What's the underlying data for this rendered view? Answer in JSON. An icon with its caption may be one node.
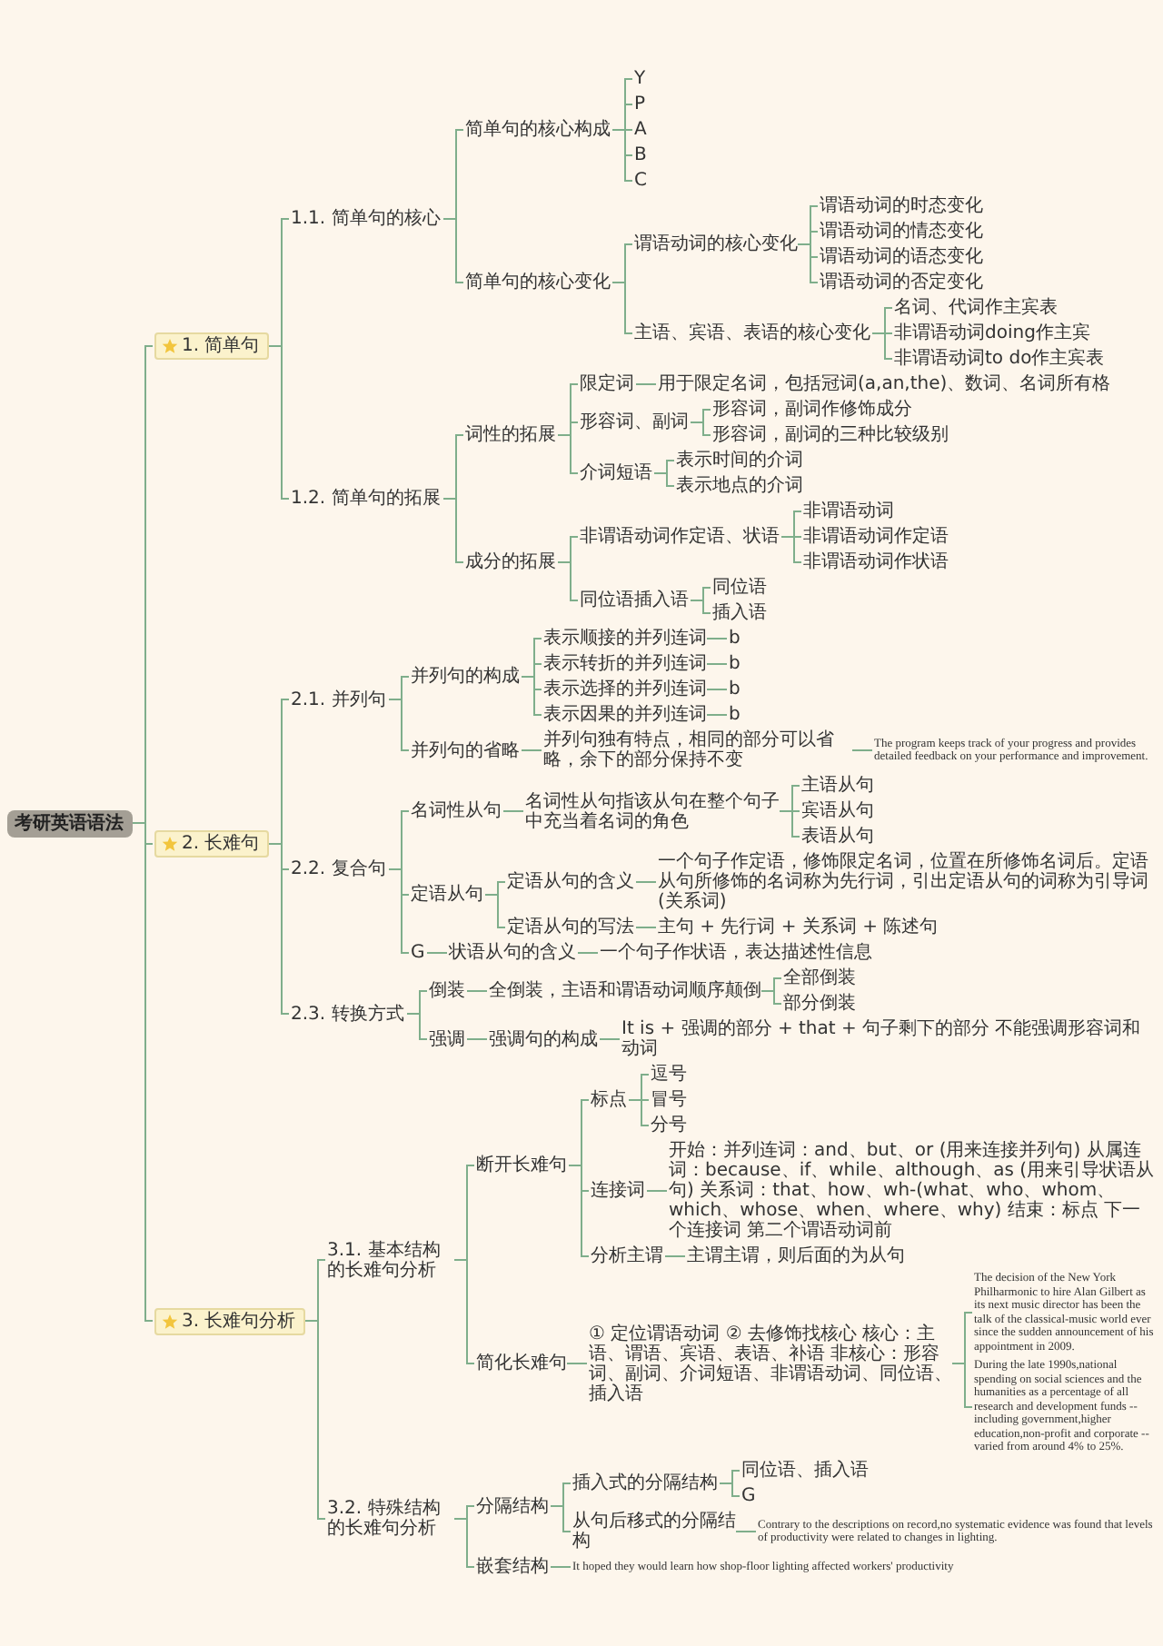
{
  "diagram": {
    "nodes": [
      {
        "text": [
          "考研英语语法"
        ]
      },
      {
        "text": [
          "1. 简单句"
        ]
      },
      {
        "text": [
          "1.1. 简单句的核心"
        ]
      },
      {
        "text": [
          "简单句的核心构成"
        ]
      },
      {
        "text": [
          "Y"
        ]
      },
      {
        "text": [
          "P"
        ]
      },
      {
        "text": [
          "A"
        ]
      },
      {
        "text": [
          "B"
        ]
      },
      {
        "text": [
          "C"
        ]
      },
      {
        "text": [
          "简单句的核心变化"
        ]
      },
      {
        "text": [
          "谓语动词的核心变化"
        ]
      },
      {
        "text": [
          "谓语动词的时态变化"
        ]
      },
      {
        "text": [
          "谓语动词的情态变化"
        ]
      },
      {
        "text": [
          "谓语动词的语态变化"
        ]
      },
      {
        "text": [
          "谓语动词的否定变化"
        ]
      },
      {
        "text": [
          "主语、宾语、表语的核心变化"
        ]
      },
      {
        "text": [
          "名词、代词作主宾表"
        ]
      },
      {
        "text": [
          "非谓语动词doing作主宾"
        ]
      },
      {
        "text": [
          "非谓语动词to do作主宾表"
        ]
      },
      {
        "text": [
          "1.2. 简单句的拓展"
        ]
      },
      {
        "text": [
          "词性的拓展"
        ]
      },
      {
        "text": [
          "限定词"
        ]
      },
      {
        "text": [
          "用于限定名词，包括冠词(a,an,the)、数词、名词所有格"
        ]
      },
      {
        "text": [
          "形容词、副词"
        ]
      },
      {
        "text": [
          "形容词，副词作修饰成分"
        ]
      },
      {
        "text": [
          "形容词，副词的三种比较级别"
        ]
      },
      {
        "text": [
          "介词短语"
        ]
      },
      {
        "text": [
          "表示时间的介词"
        ]
      },
      {
        "text": [
          "表示地点的介词"
        ]
      },
      {
        "text": [
          "成分的拓展"
        ]
      },
      {
        "text": [
          "非谓语动词作定语、状语"
        ]
      },
      {
        "text": [
          "非谓语动词"
        ]
      },
      {
        "text": [
          "非谓语动词作定语"
        ]
      },
      {
        "text": [
          "非谓语动词作状语"
        ]
      },
      {
        "text": [
          "同位语插入语"
        ]
      },
      {
        "text": [
          "同位语"
        ]
      },
      {
        "text": [
          "插入语"
        ]
      },
      {
        "text": [
          "2. 长难句"
        ]
      },
      {
        "text": [
          "2.1. 并列句"
        ]
      },
      {
        "text": [
          "并列句的构成"
        ]
      },
      {
        "text": [
          "表示顺接的并列连词"
        ]
      },
      {
        "text": [
          "b"
        ]
      },
      {
        "text": [
          "表示转折的并列连词"
        ]
      },
      {
        "text": [
          "b"
        ]
      },
      {
        "text": [
          "表示选择的并列连词"
        ]
      },
      {
        "text": [
          "b"
        ]
      },
      {
        "text": [
          "表示因果的并列连词"
        ]
      },
      {
        "text": [
          "b"
        ]
      },
      {
        "text": [
          "并列句的省略"
        ]
      },
      {
        "text": [
          "并列句独有特点，相同的部分可以省略，余下的部分保持不变"
        ]
      },
      {
        "text": [
          "The program keeps track of your progress and provides detailed feedback on your performance and improvement."
        ]
      },
      {
        "text": [
          "2.2. 复合句"
        ]
      },
      {
        "text": [
          "名词性从句"
        ]
      },
      {
        "text": [
          "名词性从句指该从句在整个句子中充当着名词的角色"
        ]
      },
      {
        "text": [
          "主语从句"
        ]
      },
      {
        "text": [
          "宾语从句"
        ]
      },
      {
        "text": [
          "表语从句"
        ]
      },
      {
        "text": [
          "定语从句"
        ]
      },
      {
        "text": [
          "定语从句的含义"
        ]
      },
      {
        "text": [
          "一个句子作定语，修饰限定名词，位置在所修饰名词后。定语从句所修饰的名词称为先行词，引出定语从句的词称为引导词(关系词)"
        ]
      },
      {
        "text": [
          "定语从句的写法"
        ]
      },
      {
        "text": [
          "主句 + 先行词 + 关系词 + 陈述句"
        ]
      },
      {
        "text": [
          "G"
        ]
      },
      {
        "text": [
          "状语从句的含义"
        ]
      },
      {
        "text": [
          "一个句子作状语，表达描述性信息"
        ]
      },
      {
        "text": [
          "2.3. 转换方式"
        ]
      },
      {
        "text": [
          "倒装"
        ]
      },
      {
        "text": [
          "全倒装，主语和谓语动词顺序颠倒"
        ]
      },
      {
        "text": [
          "全部倒装"
        ]
      },
      {
        "text": [
          "部分倒装"
        ]
      },
      {
        "text": [
          "强调"
        ]
      },
      {
        "text": [
          "强调句的构成"
        ]
      },
      {
        "text": [
          "It is + 强调的部分 + that + 句子剩下的部分 不能强调形容词和动词"
        ]
      },
      {
        "text": [
          "3. 长难句分析"
        ]
      },
      {
        "text": [
          "3.1. 基本结构的长难句分析"
        ]
      },
      {
        "text": [
          "断开长难句"
        ]
      },
      {
        "text": [
          "标点"
        ]
      },
      {
        "text": [
          "逗号"
        ]
      },
      {
        "text": [
          "冒号"
        ]
      },
      {
        "text": [
          "分号"
        ]
      },
      {
        "text": [
          "连接词"
        ]
      },
      {
        "text": [
          "开始：并列连词：and、but、or (用来连接并列句) 从属连词：because、if、while、although、as (用来引导状语从句) 关系词：that、how、wh-(what、who、whom、which、whose、when、where、why) 结束：标点 下一个连接词 第二个谓语动词前"
        ]
      },
      {
        "text": [
          "分析主谓"
        ]
      },
      {
        "text": [
          "主谓主谓，则后面的为从句"
        ]
      },
      {
        "text": [
          "简化长难句"
        ]
      },
      {
        "text": [
          "① 定位谓语动词 ② 去修饰找核心 核心：主语、谓语、宾语、表语、补语 非核心：形容词、副词、介词短语、非谓语动词、同位语、插入语"
        ]
      },
      {
        "text": [
          "The decision of the New York Philharmonic to hire Alan Gilbert as its next music director has been the talk of the classical-music world ever since the sudden announcement of his appointment in 2009."
        ]
      },
      {
        "text": [
          "During the late 1990s,national spending on social sciences and the humanities as a percentage of all research and development funds -- including government,higher education,non-profit and corporate -- varied from around 4% to 25%."
        ]
      },
      {
        "text": [
          "3.2. 特殊结构的长难句分析"
        ]
      },
      {
        "text": [
          "分隔结构"
        ]
      },
      {
        "text": [
          "插入式的分隔结构"
        ]
      },
      {
        "text": [
          "同位语、插入语"
        ]
      },
      {
        "text": [
          "G"
        ]
      },
      {
        "text": [
          "从句后移式的分隔结构"
        ]
      },
      {
        "text": [
          "Contrary to the descriptions on record,no systematic evidence was found that levels of productivity were related to changes in lighting."
        ]
      },
      {
        "text": [
          "嵌套结构"
        ]
      },
      {
        "text": [
          "It hoped they would learn how shop-floor lighting affected workers' productivity"
        ]
      }
    ],
    "edges": [
      {
        "from": 0,
        "to": 1,
        "arrow": "none"
      },
      {
        "from": 1,
        "to": 2,
        "arrow": "none"
      },
      {
        "from": 2,
        "to": 3,
        "arrow": "none"
      },
      {
        "from": 3,
        "to": 4,
        "arrow": "none"
      },
      {
        "from": 3,
        "to": 5,
        "arrow": "none"
      },
      {
        "from": 3,
        "to": 6,
        "arrow": "none"
      },
      {
        "from": 3,
        "to": 7,
        "arrow": "none"
      },
      {
        "from": 3,
        "to": 8,
        "arrow": "none"
      },
      {
        "from": 2,
        "to": 9,
        "arrow": "none"
      },
      {
        "from": 9,
        "to": 10,
        "arrow": "none"
      },
      {
        "from": 10,
        "to": 11,
        "arrow": "none"
      },
      {
        "from": 10,
        "to": 12,
        "arrow": "none"
      },
      {
        "from": 10,
        "to": 13,
        "arrow": "none"
      },
      {
        "from": 10,
        "to": 14,
        "arrow": "none"
      },
      {
        "from": 9,
        "to": 15,
        "arrow": "none"
      },
      {
        "from": 15,
        "to": 16,
        "arrow": "none"
      },
      {
        "from": 15,
        "to": 17,
        "arrow": "none"
      },
      {
        "from": 15,
        "to": 18,
        "arrow": "none"
      },
      {
        "from": 1,
        "to": 19,
        "arrow": "none"
      },
      {
        "from": 19,
        "to": 20,
        "arrow": "none"
      },
      {
        "from": 20,
        "to": 21,
        "arrow": "none"
      },
      {
        "from": 21,
        "to": 22,
        "arrow": "none"
      },
      {
        "from": 20,
        "to": 23,
        "arrow": "none"
      },
      {
        "from": 23,
        "to": 24,
        "arrow": "none"
      },
      {
        "from": 23,
        "to": 25,
        "arrow": "none"
      },
      {
        "from": 20,
        "to": 26,
        "arrow": "none"
      },
      {
        "from": 26,
        "to": 27,
        "arrow": "none"
      },
      {
        "from": 26,
        "to": 28,
        "arrow": "none"
      },
      {
        "from": 19,
        "to": 29,
        "arrow": "none"
      },
      {
        "from": 29,
        "to": 30,
        "arrow": "none"
      },
      {
        "from": 30,
        "to": 31,
        "arrow": "none"
      },
      {
        "from": 30,
        "to": 32,
        "arrow": "none"
      },
      {
        "from": 30,
        "to": 33,
        "arrow": "none"
      },
      {
        "from": 29,
        "to": 34,
        "arrow": "none"
      },
      {
        "from": 34,
        "to": 35,
        "arrow": "none"
      },
      {
        "from": 34,
        "to": 36,
        "arrow": "none"
      },
      {
        "from": 0,
        "to": 37,
        "arrow": "none"
      },
      {
        "from": 37,
        "to": 38,
        "arrow": "none"
      },
      {
        "from": 38,
        "to": 39,
        "arrow": "none"
      },
      {
        "from": 39,
        "to": 40,
        "arrow": "none"
      },
      {
        "from": 40,
        "to": 41,
        "arrow": "none"
      },
      {
        "from": 39,
        "to": 42,
        "arrow": "none"
      },
      {
        "from": 42,
        "to": 43,
        "arrow": "none"
      },
      {
        "from": 39,
        "to": 44,
        "arrow": "none"
      },
      {
        "from": 44,
        "to": 45,
        "arrow": "none"
      },
      {
        "from": 39,
        "to": 46,
        "arrow": "none"
      },
      {
        "from": 46,
        "to": 47,
        "arrow": "none"
      },
      {
        "from": 38,
        "to": 48,
        "arrow": "none"
      },
      {
        "from": 48,
        "to": 49,
        "arrow": "none"
      },
      {
        "from": 49,
        "to": 50,
        "arrow": "none"
      },
      {
        "from": 37,
        "to": 51,
        "arrow": "none"
      },
      {
        "from": 51,
        "to": 52,
        "arrow": "none"
      },
      {
        "from": 52,
        "to": 53,
        "arrow": "none"
      },
      {
        "from": 53,
        "to": 54,
        "arrow": "none"
      },
      {
        "from": 53,
        "to": 55,
        "arrow": "none"
      },
      {
        "from": 53,
        "to": 56,
        "arrow": "none"
      },
      {
        "from": 51,
        "to": 57,
        "arrow": "none"
      },
      {
        "from": 57,
        "to": 58,
        "arrow": "none"
      },
      {
        "from": 58,
        "to": 59,
        "arrow": "none"
      },
      {
        "from": 57,
        "to": 60,
        "arrow": "none"
      },
      {
        "from": 60,
        "to": 61,
        "arrow": "none"
      },
      {
        "from": 51,
        "to": 62,
        "arrow": "none"
      },
      {
        "from": 62,
        "to": 63,
        "arrow": "none"
      },
      {
        "from": 63,
        "to": 64,
        "arrow": "none"
      },
      {
        "from": 37,
        "to": 65,
        "arrow": "none"
      },
      {
        "from": 65,
        "to": 66,
        "arrow": "none"
      },
      {
        "from": 66,
        "to": 67,
        "arrow": "none"
      },
      {
        "from": 67,
        "to": 68,
        "arrow": "none"
      },
      {
        "from": 67,
        "to": 69,
        "arrow": "none"
      },
      {
        "from": 65,
        "to": 70,
        "arrow": "none"
      },
      {
        "from": 70,
        "to": 71,
        "arrow": "none"
      },
      {
        "from": 71,
        "to": 72,
        "arrow": "none"
      },
      {
        "from": 0,
        "to": 73,
        "arrow": "none"
      },
      {
        "from": 73,
        "to": 74,
        "arrow": "none"
      },
      {
        "from": 74,
        "to": 75,
        "arrow": "none"
      },
      {
        "from": 75,
        "to": 76,
        "arrow": "none"
      },
      {
        "from": 76,
        "to": 77,
        "arrow": "none"
      },
      {
        "from": 76,
        "to": 78,
        "arrow": "none"
      },
      {
        "from": 76,
        "to": 79,
        "arrow": "none"
      },
      {
        "from": 75,
        "to": 80,
        "arrow": "none"
      },
      {
        "from": 80,
        "to": 81,
        "arrow": "none"
      },
      {
        "from": 75,
        "to": 82,
        "arrow": "none"
      },
      {
        "from": 82,
        "to": 83,
        "arrow": "none"
      },
      {
        "from": 74,
        "to": 84,
        "arrow": "none"
      },
      {
        "from": 84,
        "to": 85,
        "arrow": "none"
      },
      {
        "from": 85,
        "to": 86,
        "arrow": "none"
      },
      {
        "from": 85,
        "to": 87,
        "arrow": "none"
      },
      {
        "from": 73,
        "to": 88,
        "arrow": "none"
      },
      {
        "from": 88,
        "to": 89,
        "arrow": "none"
      },
      {
        "from": 89,
        "to": 90,
        "arrow": "none"
      },
      {
        "from": 90,
        "to": 91,
        "arrow": "none"
      },
      {
        "from": 90,
        "to": 92,
        "arrow": "none"
      },
      {
        "from": 89,
        "to": 93,
        "arrow": "none"
      },
      {
        "from": 93,
        "to": 94,
        "arrow": "none"
      },
      {
        "from": 88,
        "to": 95,
        "arrow": "none"
      },
      {
        "from": 95,
        "to": 96,
        "arrow": "none"
      }
    ]
  }
}
